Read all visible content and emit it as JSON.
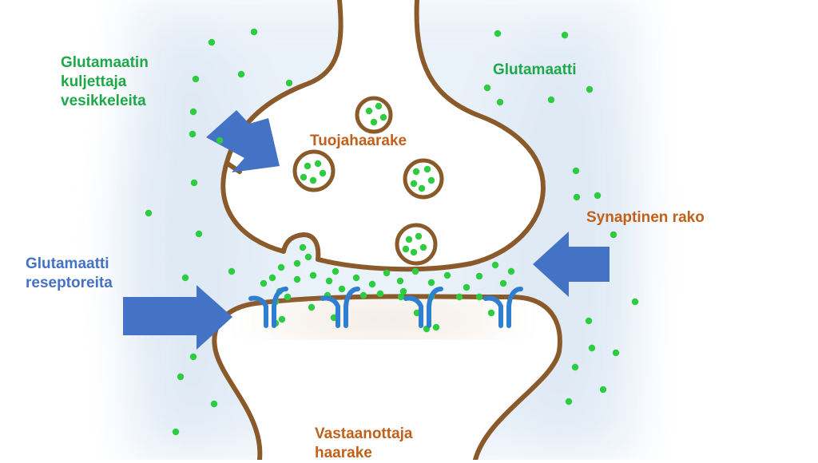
{
  "labels": {
    "vesicle_transporters": "Glutamaatin\nkuljettaja\nvesikkeleita",
    "glutamate": "Glutamaatti",
    "presynaptic": "Tuojahaarake",
    "synaptic_cleft": "Synaptinen rako",
    "receptors": "Glutamaatti\nreseptoreita",
    "postsynaptic": "Vastaanottaja\nhaarake"
  },
  "colors": {
    "membrane": "#8b5a2b",
    "glutamate_dot": "#2ecc40",
    "receptor": "#2f7fd0",
    "arrow": "#4472c4",
    "background_glow": "#e3eef8"
  }
}
